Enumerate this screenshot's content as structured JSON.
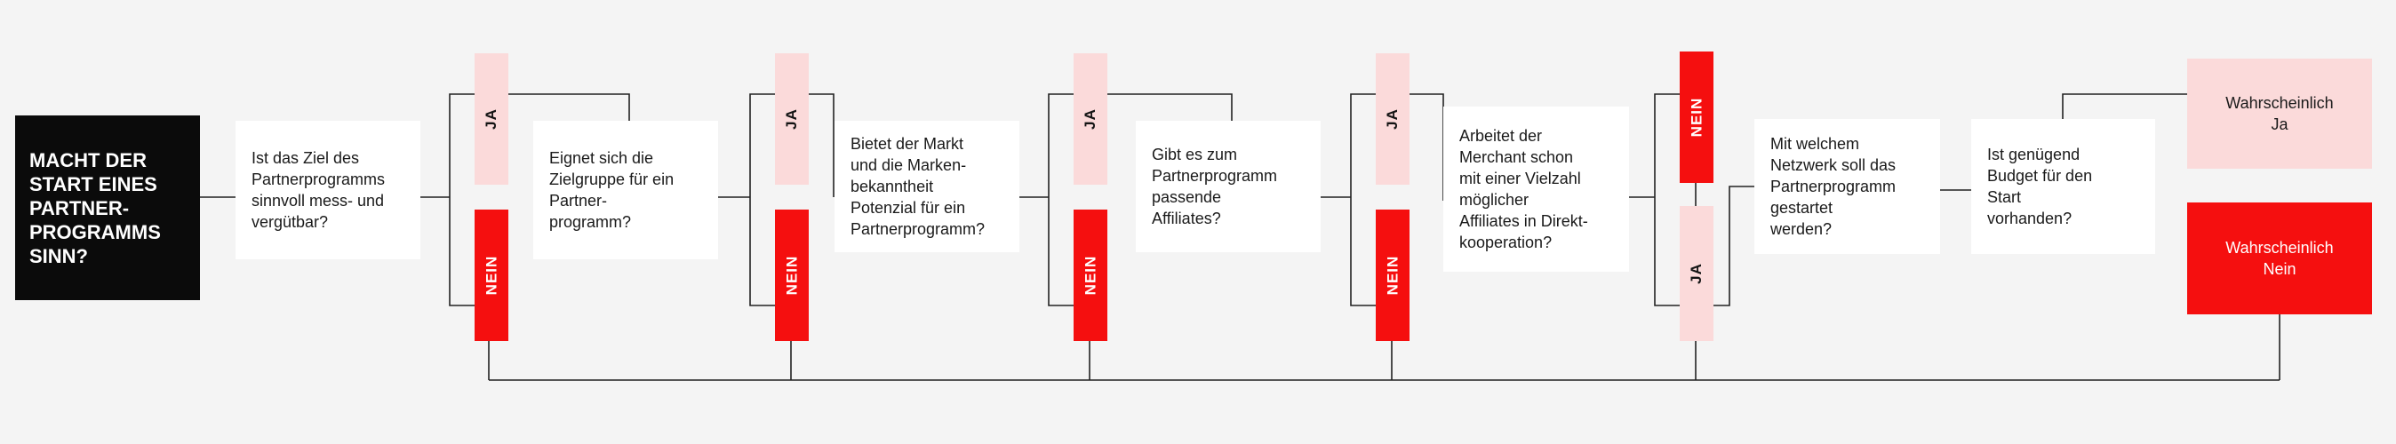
{
  "start": {
    "text": "MACHT DER\nSTART EINES\nPARTNER-\nPROGRAMMS\nSINN?"
  },
  "questions": [
    {
      "text": "Ist das Ziel des\nPartnerprogramms\nsinnvoll mess- und\nvergütbar?"
    },
    {
      "text": "Eignet sich die\nZielgruppe für ein\nPartner-\nprogramm?"
    },
    {
      "text": "Bietet der Markt\nund die Marken-\nbekanntheit\nPotenzial für ein\nPartnerprogramm?"
    },
    {
      "text": "Gibt es zum\nPartnerprogramm\npassende\nAffiliates?"
    },
    {
      "text": "Arbeitet der\nMerchant schon\nmit einer Vielzahl\nmöglicher\nAffiliates in Direkt-\nkooperation?"
    },
    {
      "text": "Mit welchem\nNetzwerk soll das\nPartnerprogramm\ngestartet\nwerden?"
    },
    {
      "text": "Ist genügend\nBudget für den\nStart\nvorhanden?"
    }
  ],
  "tags": {
    "yes": "JA",
    "no": "NEIN"
  },
  "results": {
    "yes": "Wahrscheinlich\nJa",
    "no": "Wahrscheinlich\nNein"
  },
  "colors": {
    "start_bg": "#0b0b0b",
    "ja": "#fbdada",
    "nein": "#f50f0f",
    "box": "#ffffff",
    "line": "#222222",
    "background": "#f4f4f4"
  }
}
